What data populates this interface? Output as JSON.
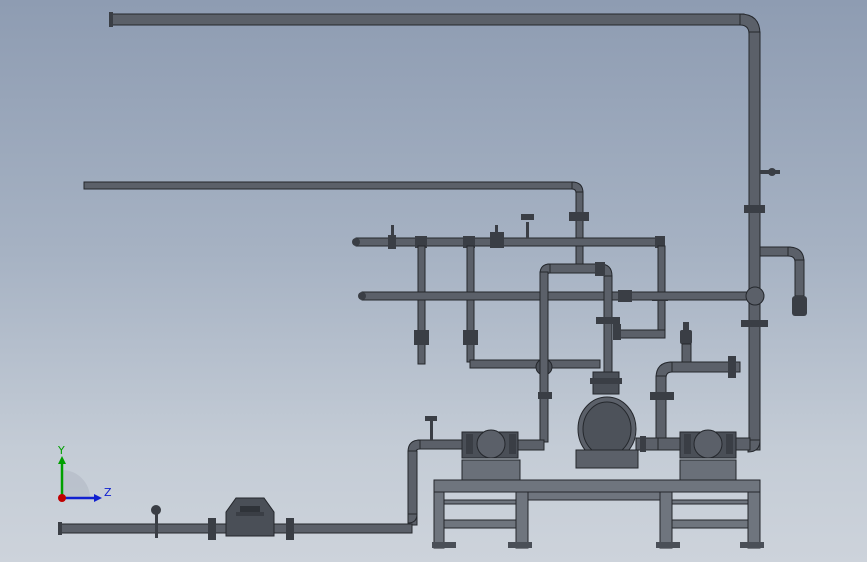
{
  "colors": {
    "pipe_fill": "#5b6069",
    "pipe_edge": "#24272c",
    "flange": "#3a3e45",
    "bg_top": "#8e9cb2",
    "bg_bottom": "#cdd3db",
    "axis_x": "#c00000",
    "axis_y": "#00a000",
    "axis_z": "#1020d0"
  },
  "triad": {
    "y_label": "Y",
    "z_label": "Z",
    "icon": "coordinate-triad-icon"
  },
  "components": {
    "main_pump": "centrifugal-pump-icon",
    "left_pump": "small-pump-icon",
    "right_pump": "small-pump-icon",
    "flow_meter": "flow-meter-icon",
    "frame": "steel-base-frame",
    "valves": "valve-icon",
    "gauges": "pressure-gauge-icon"
  }
}
